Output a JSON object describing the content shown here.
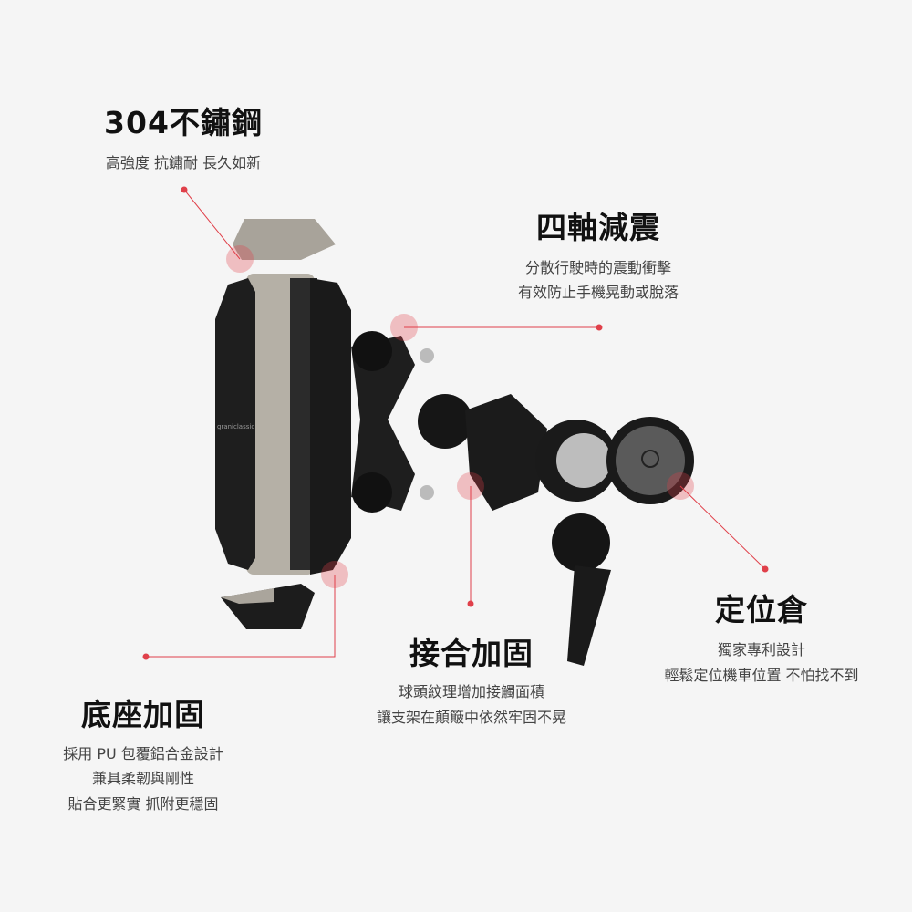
{
  "brand_logo": "graniclassic",
  "accent_color": "#e0404a",
  "features": [
    {
      "title": "304不鏽鋼",
      "lines": [
        "高強度 抗鏽耐 長久如新"
      ]
    },
    {
      "title": "四軸減震",
      "lines": [
        "分散行駛時的震動衝擊",
        "有效防止手機晃動或脫落"
      ]
    },
    {
      "title": "定位倉",
      "lines": [
        "獨家專利設計",
        "輕鬆定位機車位置 不怕找不到"
      ]
    },
    {
      "title": "接合加固",
      "lines": [
        "球頭紋理增加接觸面積",
        "讓支架在顛簸中依然牢固不晃"
      ]
    },
    {
      "title": "底座加固",
      "lines": [
        "採用 PU 包覆鋁合金設計",
        "兼具柔韌與剛性",
        "貼合更緊實 抓附更穩固"
      ]
    }
  ]
}
